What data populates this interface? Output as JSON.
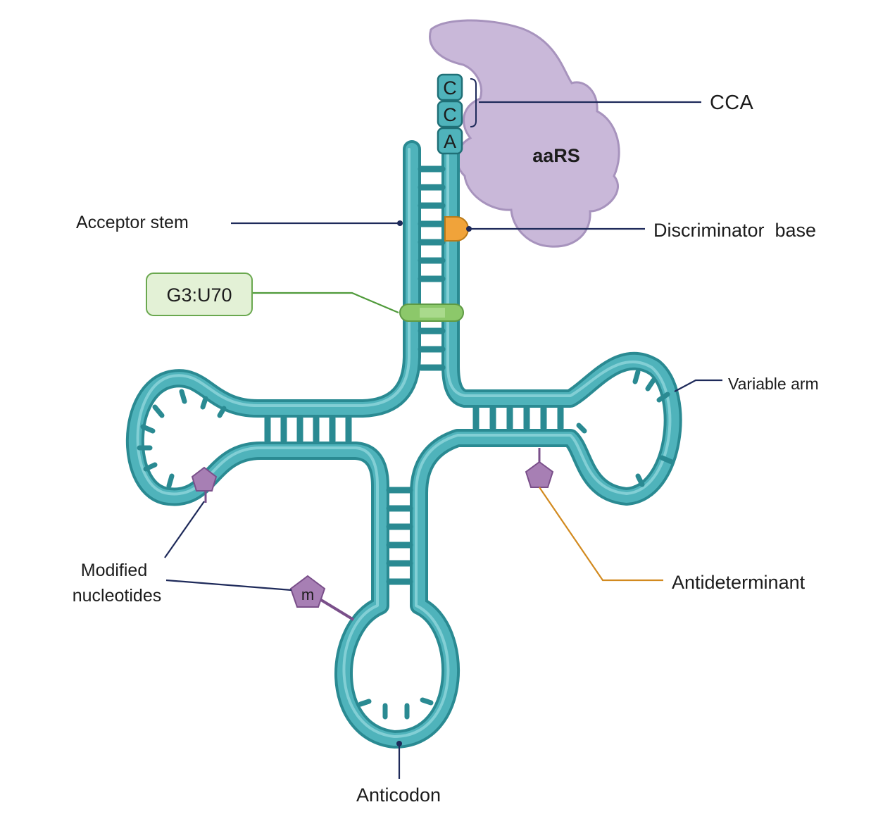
{
  "labels": {
    "cca": "CCA",
    "aars": "aaRS",
    "acceptor_stem": "Acceptor stem",
    "discriminator_base": "Discriminator  base",
    "g3u70": "G3:U70",
    "variable_arm": "Variable arm",
    "modified_nucleotides_line1": "Modified",
    "modified_nucleotides_line2": "nucleotides",
    "antideterminant": "Antideterminant",
    "anticodon": "Anticodon",
    "modified_mark": "m"
  },
  "cca_bases": [
    "C",
    "C",
    "A"
  ],
  "colors": {
    "trna_fill": "#4fb3bb",
    "trna_edge": "#2a8a92",
    "trna_shine": "#8fd6dc",
    "protein_fill": "#c9b8d9",
    "protein_edge": "#a793bd",
    "discriminator": "#f0a33a",
    "g3u70_green": "#8cc86a",
    "g3u70_box_fill": "#e3f1d6",
    "g3u70_box_edge": "#6aa84f",
    "modified_pentagon": "#a77fb4",
    "leader_navy": "#1e2a5a",
    "leader_green": "#4f9a3a",
    "leader_orange": "#d28a1f",
    "leader_purple": "#7a4f8a"
  }
}
